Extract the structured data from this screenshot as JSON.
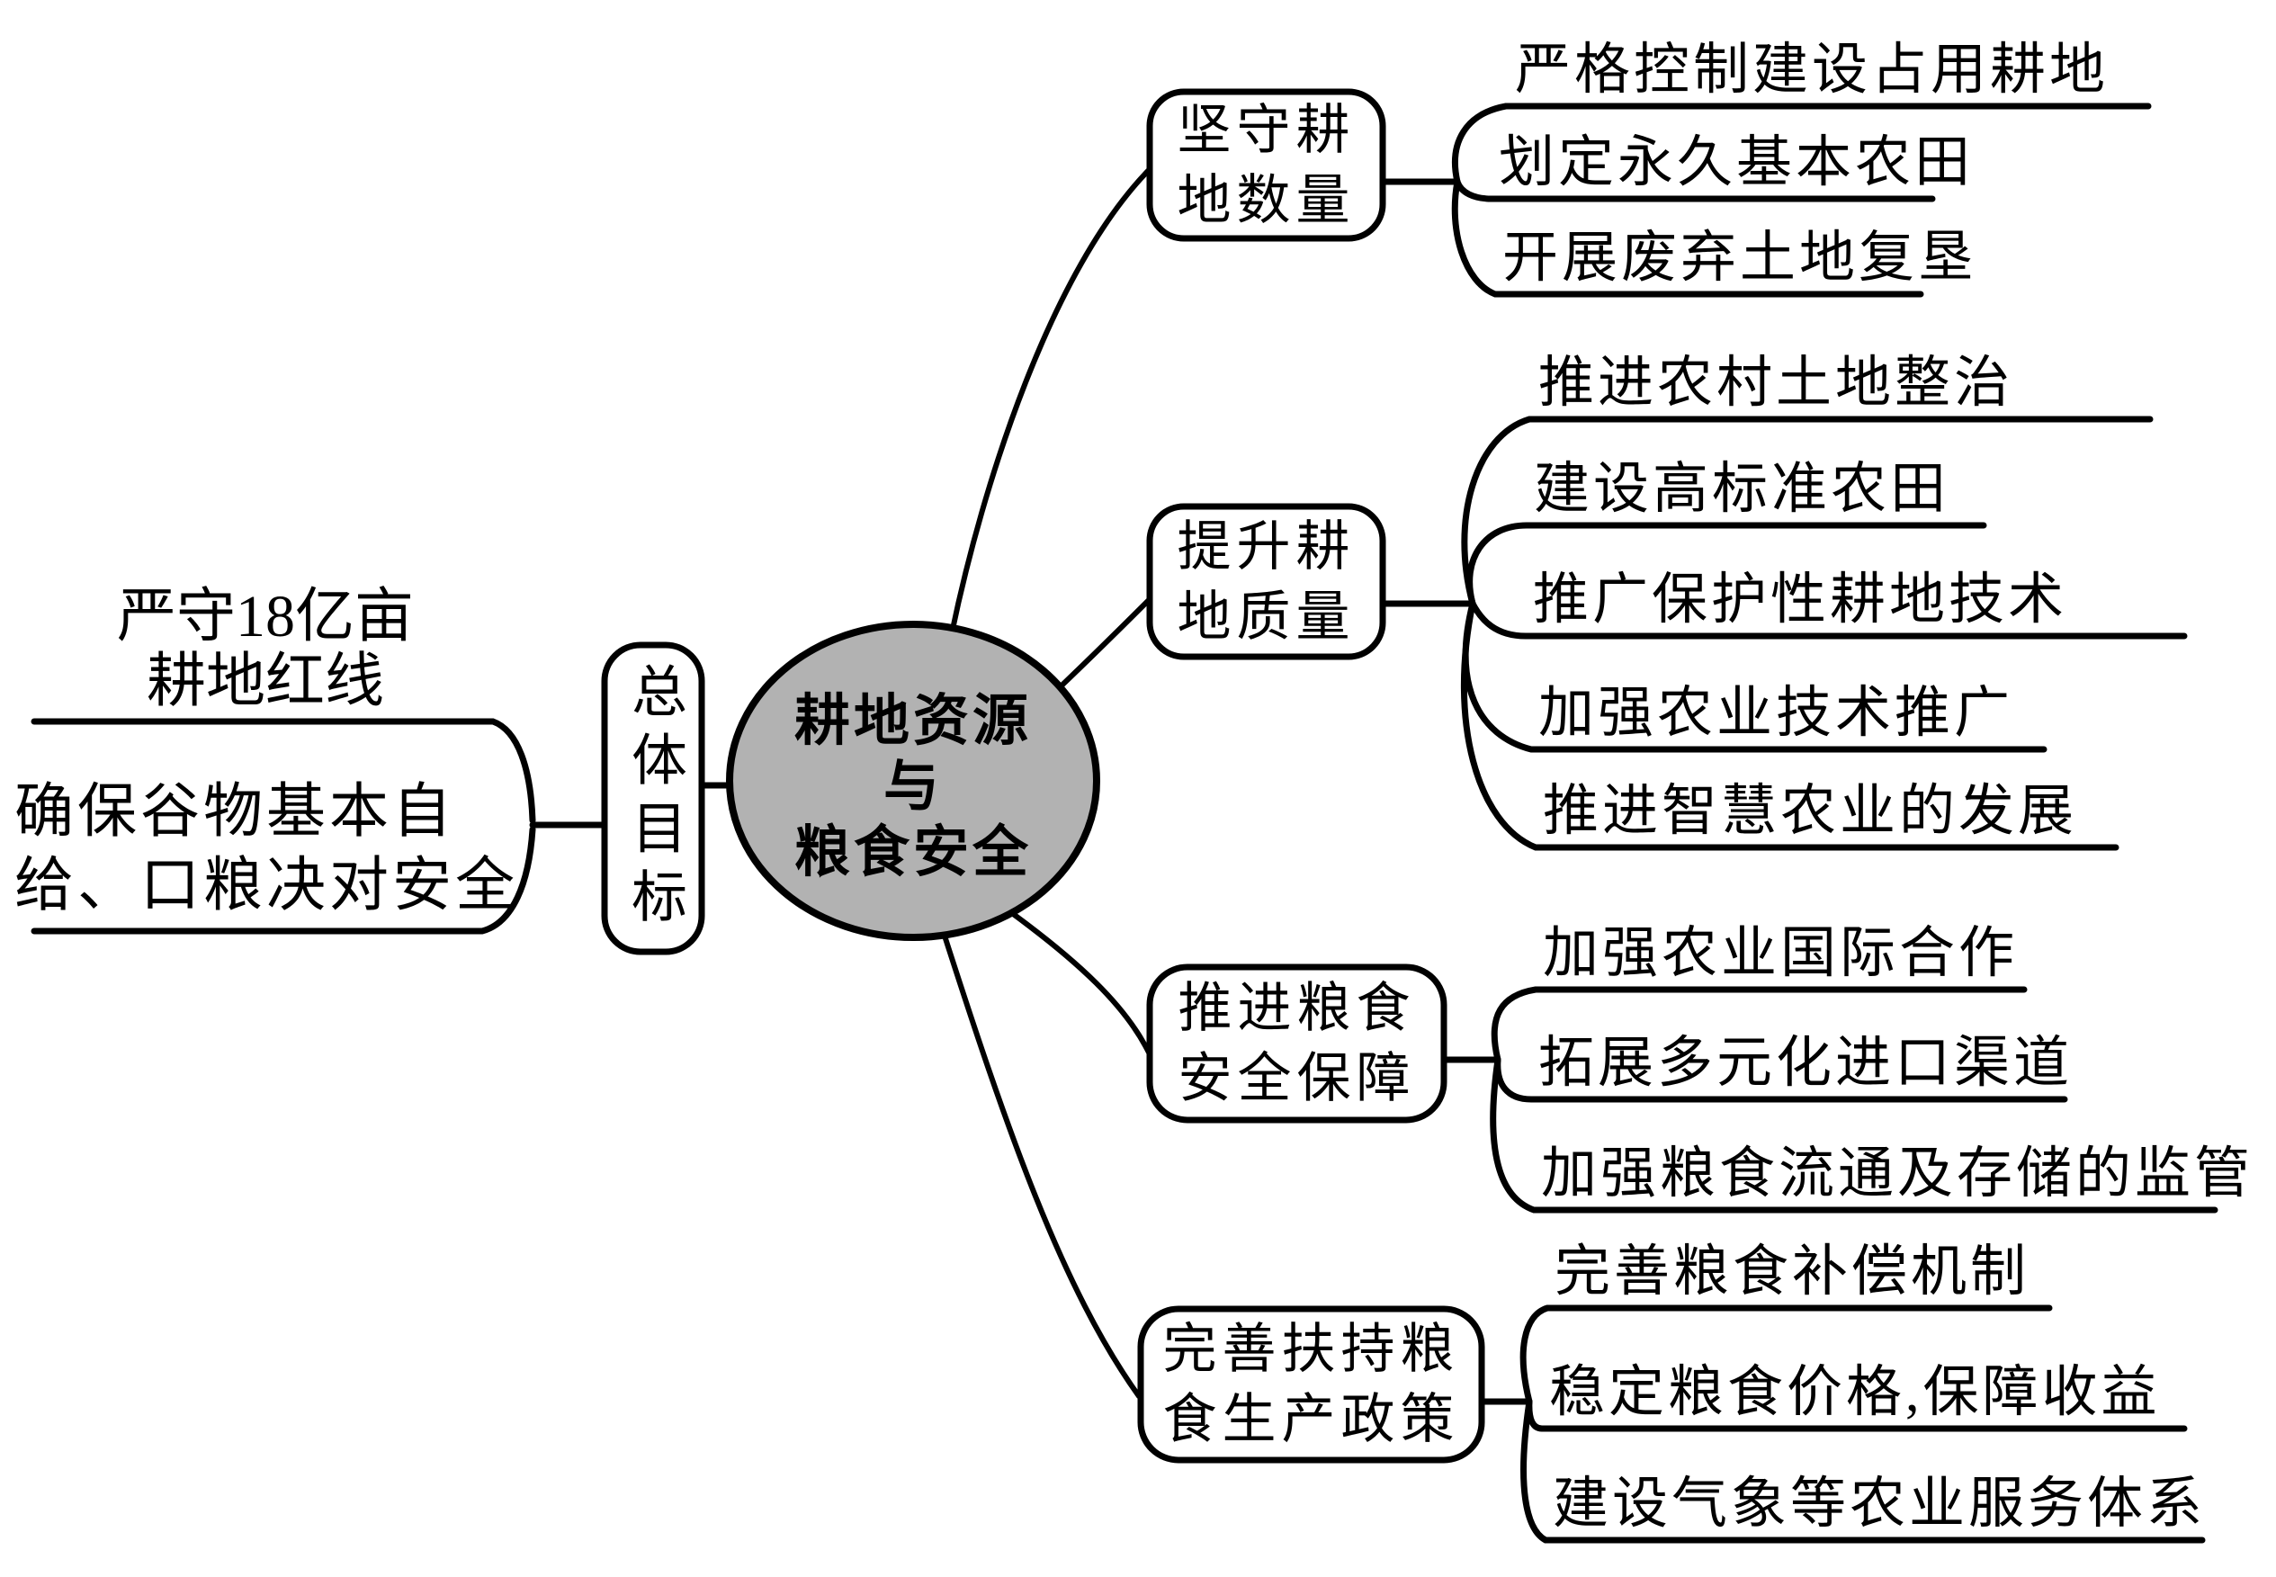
{
  "diagram": {
    "title": "耕地资源与粮食安全",
    "center": {
      "lines": [
        "耕地资源",
        "与",
        "粮食安全"
      ],
      "fill_color": "#b2b2b2"
    },
    "goal": {
      "node_label": "总体目标",
      "items": [
        {
          "lines": [
            "严守18亿亩",
            "耕地红线"
          ]
        },
        {
          "lines": [
            "确保谷物基本自",
            "给、口粮决对安全"
          ]
        }
      ]
    },
    "branches": [
      {
        "label_lines": [
          "坚守耕",
          "地数量"
        ],
        "children": [
          "严格控制建设占用耕地",
          "划定永久基本农田",
          "开展废弃土地复垦"
        ]
      },
      {
        "label_lines": [
          "提升耕",
          "地质量"
        ],
        "children": [
          "推进农村土地整治",
          "建设高标准农田",
          "推广保护性耕地技术",
          "加强农业技术推广",
          "推进智慧农业的发展"
        ]
      },
      {
        "label_lines": [
          "推进粮食",
          "安全保障"
        ],
        "children": [
          "加强农业国际合作",
          "拓展多元化进口渠道",
          "加强粮食流通及存储的监管"
        ]
      },
      {
        "label_lines": [
          "完善扶持粮",
          "食生产政策"
        ],
        "children": [
          "完善粮食补偿机制",
          "稳定粮食价格,保障收益",
          "建设气象等农业服务体系"
        ]
      }
    ],
    "colors": {
      "ink": "#000000",
      "ellipse_fill": "#b2b2b2",
      "background": "#ffffff"
    }
  }
}
